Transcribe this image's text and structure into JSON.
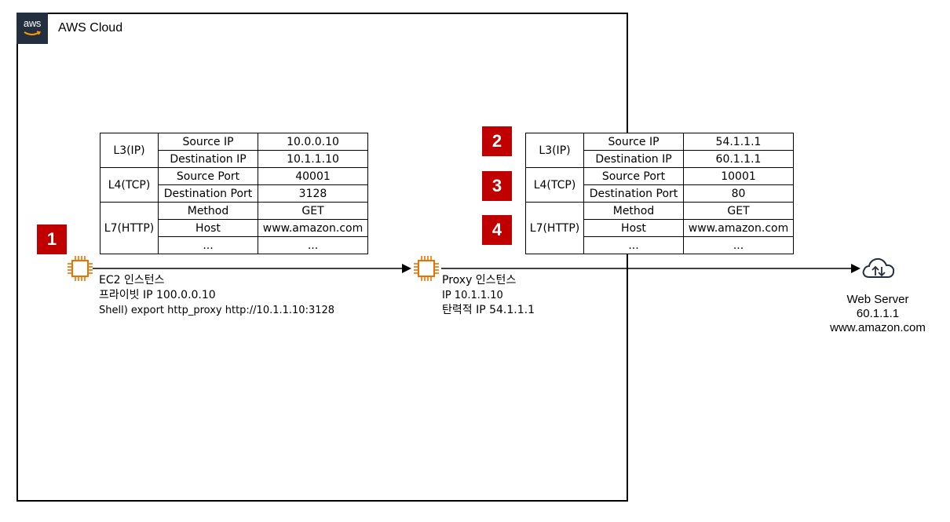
{
  "aws": {
    "title": "AWS Cloud",
    "logo_text": "aws"
  },
  "badges": [
    "1",
    "2",
    "3",
    "4"
  ],
  "left_table": [
    {
      "layer": "L3(IP)",
      "rows": [
        [
          "Source IP",
          "10.0.0.10"
        ],
        [
          "Destination IP",
          "10.1.1.10"
        ]
      ]
    },
    {
      "layer": "L4(TCP)",
      "rows": [
        [
          "Source Port",
          "40001"
        ],
        [
          "Destination Port",
          "3128"
        ]
      ]
    },
    {
      "layer": "L7(HTTP)",
      "rows": [
        [
          "Method",
          "GET"
        ],
        [
          "Host",
          "www.amazon.com"
        ],
        [
          "...",
          "..."
        ]
      ]
    }
  ],
  "right_table": [
    {
      "layer": "L3(IP)",
      "rows": [
        [
          "Source IP",
          "54.1.1.1"
        ],
        [
          "Destination IP",
          "60.1.1.1"
        ]
      ]
    },
    {
      "layer": "L4(TCP)",
      "rows": [
        [
          "Source Port",
          "10001"
        ],
        [
          "Destination Port",
          "80"
        ]
      ]
    },
    {
      "layer": "L7(HTTP)",
      "rows": [
        [
          "Method",
          "GET"
        ],
        [
          "Host",
          "www.amazon.com"
        ],
        [
          "...",
          "..."
        ]
      ]
    }
  ],
  "ec2": {
    "line1": "EC2 인스턴스",
    "line2": "프라이빗 IP 100.0.0.10",
    "line3": "Shell) export http_proxy http://10.1.1.10:3128"
  },
  "proxy": {
    "line1": "Proxy 인스턴스",
    "line2": "IP 10.1.1.10",
    "line3": "탄력적 IP 54.1.1.1"
  },
  "web_server": {
    "line1": "Web Server",
    "line2": "60.1.1.1",
    "line3": "www.amazon.com"
  },
  "colors": {
    "accent_red": "#c00000",
    "ec2_orange": "#ed7100",
    "aws_dark": "#232f3e"
  }
}
